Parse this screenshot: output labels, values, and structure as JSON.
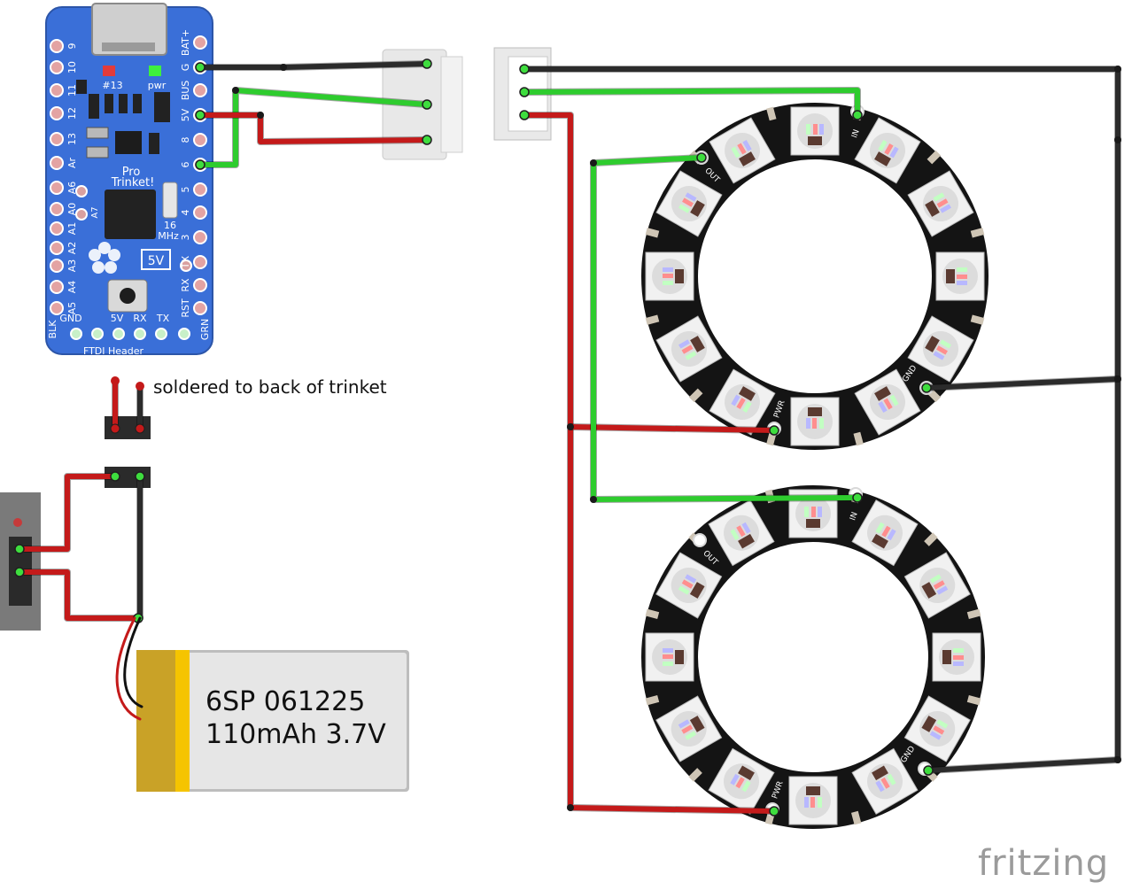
{
  "trinket": {
    "board_title_1": "Pro",
    "board_title_2": "Trinket!",
    "led13_label": "#13",
    "pwr_label": "pwr",
    "crystal_label_1": "16",
    "crystal_label_2": "MHz",
    "voltage_badge": "5V",
    "header_label": "FTDI Header",
    "left_pins": [
      "9",
      "10",
      "11",
      "12",
      "13",
      "Ar",
      "A6",
      "A0",
      "A1",
      "A2",
      "A3",
      "A4",
      "A5"
    ],
    "left_extra_labels": [
      "A7"
    ],
    "right_pins": [
      "BAT+",
      "G",
      "BUS",
      "5V",
      "8",
      "6",
      "5",
      "4",
      "3",
      "TX",
      "RX",
      "RST"
    ],
    "bottom_pins": [
      "BLK",
      "GND",
      "5V",
      "RX",
      "TX",
      "GRN"
    ]
  },
  "annotation": {
    "text": "soldered to back of trinket"
  },
  "battery": {
    "line1": "6SP 061225",
    "line2": "110mAh 3.7V"
  },
  "rings": [
    {
      "labels": {
        "in": "IN",
        "out": "OUT",
        "gnd": "GND",
        "pwr": "PWR"
      },
      "pixel_count": 12
    },
    {
      "labels": {
        "in": "IN",
        "out": "OUT",
        "gnd": "GND",
        "pwr": "PWR"
      },
      "pixel_count": 12
    }
  ],
  "colors": {
    "wire_red": "#c41a1a",
    "wire_black": "#2b2b2b",
    "wire_green": "#2ecc2e",
    "board_blue": "#3a6fd8",
    "battery_gold": "#c9a227",
    "battery_yellow": "#f5c400"
  },
  "watermark": {
    "text": "fritzing"
  }
}
